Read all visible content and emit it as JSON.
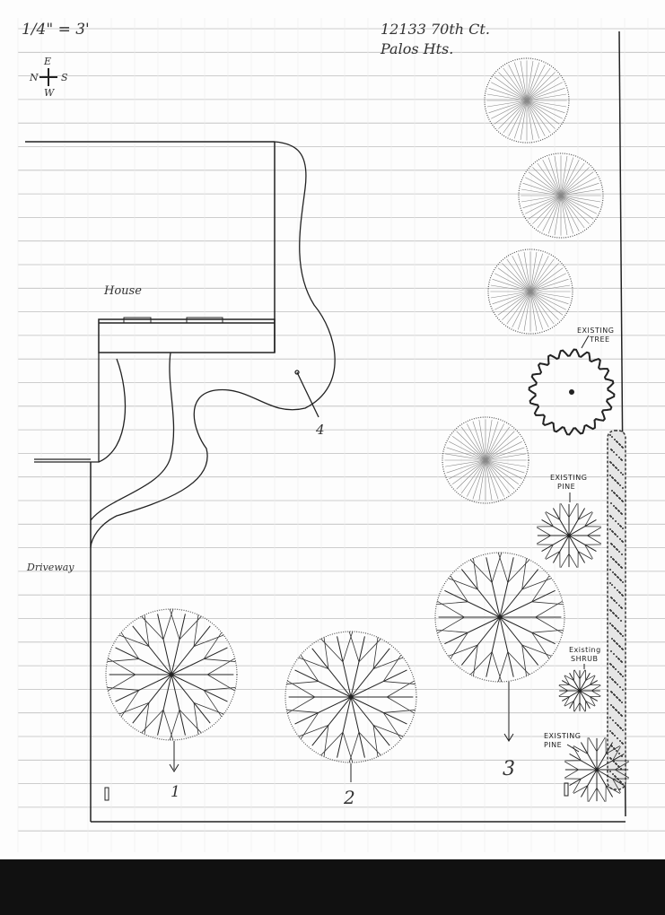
{
  "scale": "1/4\" = 3'",
  "address": {
    "line1": "12133 70th Ct.",
    "line2": "Palos Hts."
  },
  "compass": {
    "north": "N",
    "south": "S",
    "east": "E",
    "west": "W"
  },
  "labels": {
    "house": "House",
    "driveway": "Driveway",
    "existing_tree": [
      "EXISTING",
      "TREE"
    ],
    "existing_pine_1": [
      "EXISTING",
      "PINE"
    ],
    "existing_shrub": [
      "Existing",
      "SHRUB"
    ],
    "existing_pine_2": [
      "EXISTING",
      "PINE"
    ]
  },
  "markers": {
    "m1": "1",
    "m2": "2",
    "m3": "3",
    "m4": "4"
  }
}
